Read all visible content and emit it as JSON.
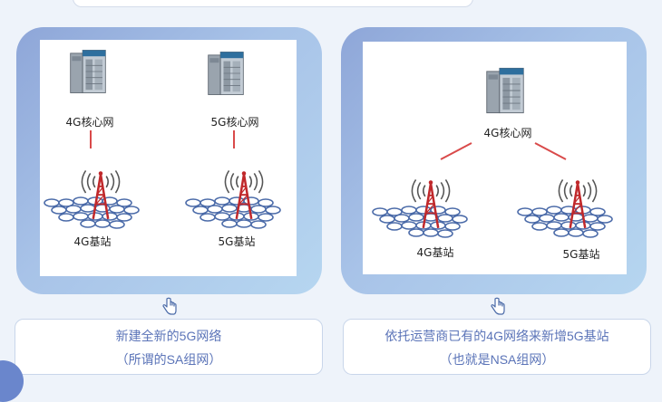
{
  "left_panel": {
    "core_4g_label": "4G核心网",
    "core_5g_label": "5G核心网",
    "station_4g_label": "4G基站",
    "station_5g_label": "5G基站"
  },
  "right_panel": {
    "core_label": "4G核心网",
    "station_4g_label": "4G基站",
    "station_5g_label": "5G基站"
  },
  "captions": {
    "left_line1": "新建全新的5G网络",
    "left_line2": "（所谓的SA组网）",
    "right_line1": "依托运营商已有的4G网络来新增5G基站",
    "right_line2": "（也就是NSA组网）"
  },
  "icons": [
    "server-icon",
    "antenna-tower-icon",
    "hexagon-cell-grid-icon",
    "pointer-hand-icon"
  ],
  "colors": {
    "link_line": "#d94a4a",
    "tower": "#c0282b",
    "caption_text": "#5b74b8",
    "hex_stroke": "#4a6aa8"
  }
}
